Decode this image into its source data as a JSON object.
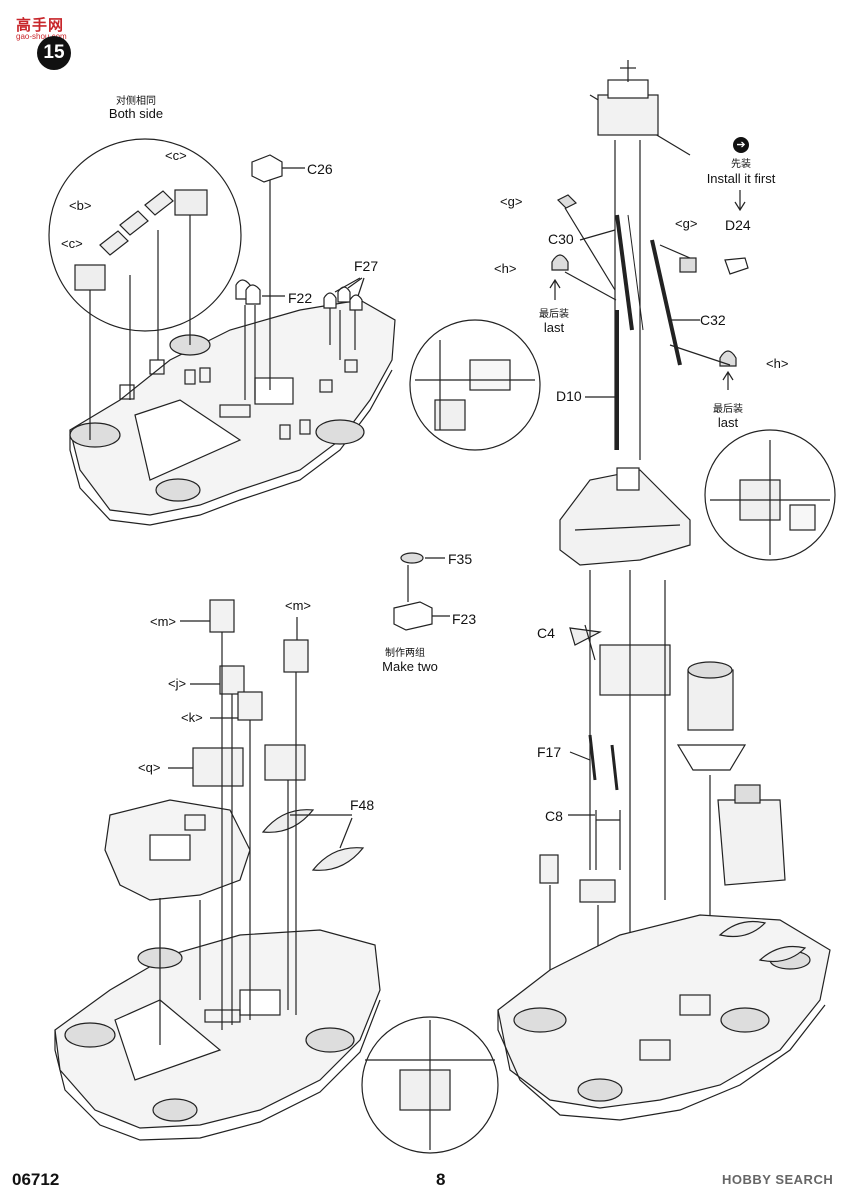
{
  "watermark": {
    "text": "高手网",
    "sub": "gao-shou.com"
  },
  "step": {
    "number": "15"
  },
  "labels": {
    "both_side_cn": "对侧相同",
    "both_side_en": "Both side",
    "c_top": "<c>",
    "b": "<b>",
    "c_left": "<c>",
    "C26": "C26",
    "F22": "F22",
    "F27": "F27",
    "F35": "F35",
    "F23": "F23",
    "make_two_cn": "制作两组",
    "make_two_en": "Make two",
    "m_left": "<m>",
    "m_right": "<m>",
    "j": "<j>",
    "k": "<k>",
    "q": "<q>",
    "F48": "F48",
    "g_left": "<g>",
    "g_right": "<g>",
    "C30": "C30",
    "h_left": "<h>",
    "h_right": "<h>",
    "last_cn_left": "最后装",
    "last_en_left": "last",
    "last_cn_right": "最后装",
    "last_en_right": "last",
    "C32": "C32",
    "D10": "D10",
    "install_first_cn": "先装",
    "install_first_en": "Install it first",
    "D24": "D24",
    "C4": "C4",
    "F17": "F17",
    "C8": "C8"
  },
  "footer": {
    "code": "06712",
    "page": "8",
    "brand": "HOBBY SEARCH"
  }
}
